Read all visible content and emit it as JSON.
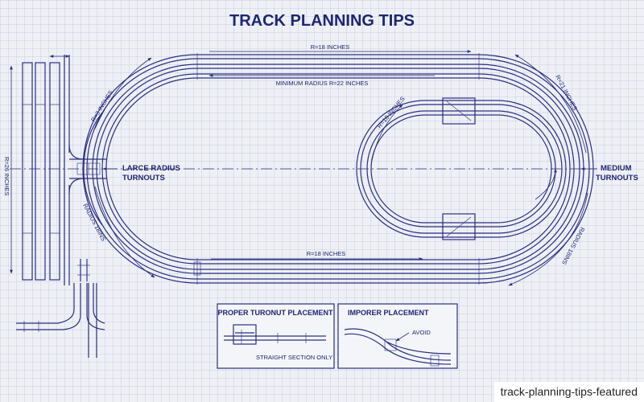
{
  "title": "TRACK PLANNING TIPS",
  "labels": {
    "top_radius": "R=18 INCHES",
    "min_radius": "MINIMUM RADIUS R=22 INCHES",
    "bottom_radius": "R=18 INCHES",
    "left_upper_arc": "R=3 INCHES",
    "left_lower_arc": "RADIUS 18INS",
    "right_upper_arc": "R=21 INCHES",
    "right_lower_arc": "RADIUS 18INS",
    "inner_arc": "R=18 INCHES",
    "side_vertical": "R=26 INCHES",
    "large_turnouts_line1": "LARCE RADIUS",
    "large_turnouts_line2": "TURNOUTS",
    "medium_turnouts_line1": "MEDIUM",
    "medium_turnouts_line2": "TURNOUTS"
  },
  "legend": {
    "proper_title": "PROPER TURONUT PLACEMENT",
    "proper_note": "STRAIGHT SECTION ONLY",
    "improper_title": "IMPORER PLACEMENT",
    "improper_note": "AVOID"
  },
  "caption": "track-planning-tips-featured",
  "colors": {
    "ink": "#2a3080",
    "paper": "#eef0f5"
  }
}
